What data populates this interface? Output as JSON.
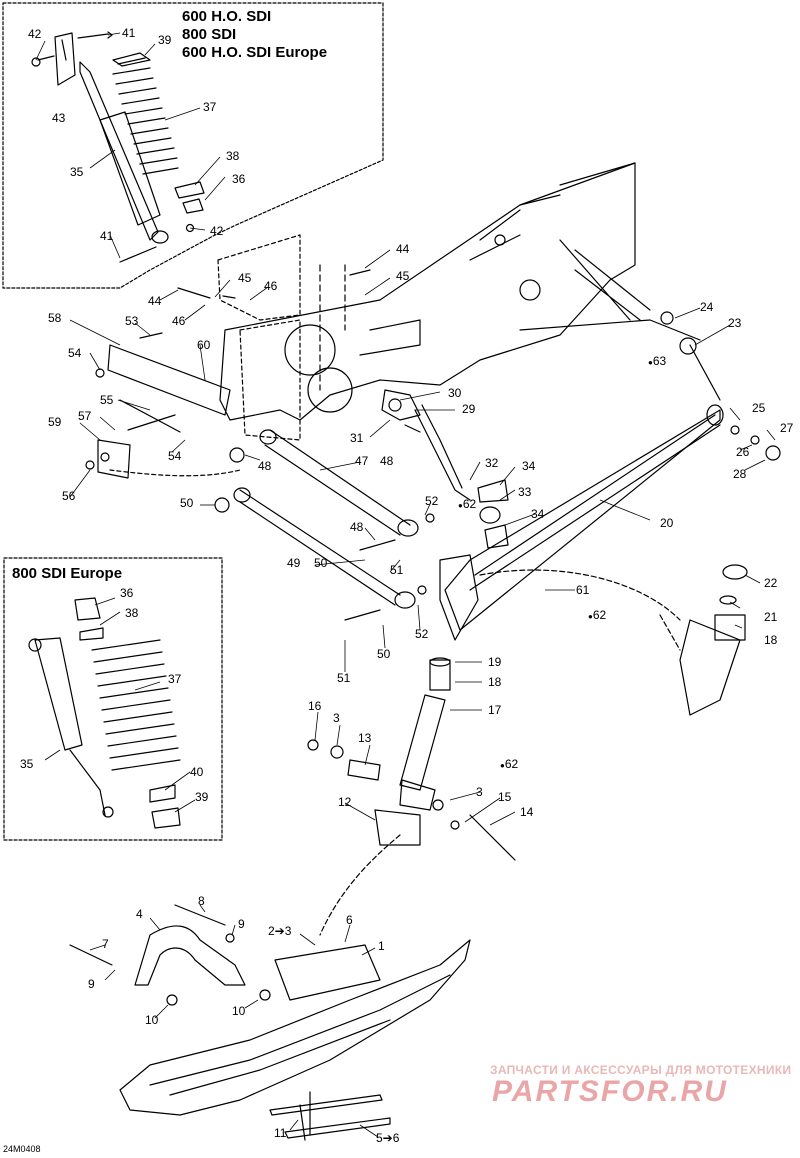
{
  "boxes": {
    "top_left": {
      "lines": [
        "600 H.O. SDI",
        "800 SDI",
        "600 H.O. SDI Europe"
      ]
    },
    "bottom_left": {
      "title": "800 SDI Europe"
    }
  },
  "diagram_code": "24M0408",
  "watermark": {
    "line1": "ЗАПЧАСТИ И АКСЕССУАРЫ ДЛЯ МОТОТЕХНИКИ",
    "line2": "PARTSFOR.RU"
  },
  "callouts": [
    {
      "id": "c42a",
      "text": "42"
    },
    {
      "id": "c41a",
      "text": "41"
    },
    {
      "id": "c39a",
      "text": "39"
    },
    {
      "id": "c43",
      "text": "43"
    },
    {
      "id": "c37a",
      "text": "37"
    },
    {
      "id": "c35a",
      "text": "35"
    },
    {
      "id": "c38a",
      "text": "38"
    },
    {
      "id": "c36a",
      "text": "36"
    },
    {
      "id": "c41b",
      "text": "41"
    },
    {
      "id": "c42b",
      "text": "42"
    },
    {
      "id": "c44a",
      "text": "44"
    },
    {
      "id": "c45a",
      "text": "45"
    },
    {
      "id": "c45b",
      "text": "45"
    },
    {
      "id": "c46a",
      "text": "46"
    },
    {
      "id": "c44b",
      "text": "44"
    },
    {
      "id": "c46b",
      "text": "46"
    },
    {
      "id": "c58",
      "text": "58"
    },
    {
      "id": "c53",
      "text": "53"
    },
    {
      "id": "c54a",
      "text": "54"
    },
    {
      "id": "c60",
      "text": "60"
    },
    {
      "id": "c30",
      "text": "30"
    },
    {
      "id": "c29",
      "text": "29"
    },
    {
      "id": "c31",
      "text": "31"
    },
    {
      "id": "c24",
      "text": "24"
    },
    {
      "id": "c23",
      "text": "23"
    },
    {
      "id": "c63",
      "text": "63"
    },
    {
      "id": "c55",
      "text": "55"
    },
    {
      "id": "c57",
      "text": "57"
    },
    {
      "id": "c59",
      "text": "59"
    },
    {
      "id": "c54b",
      "text": "54"
    },
    {
      "id": "c56",
      "text": "56"
    },
    {
      "id": "c48a",
      "text": "48"
    },
    {
      "id": "c47",
      "text": "47"
    },
    {
      "id": "c48b",
      "text": "48"
    },
    {
      "id": "c32",
      "text": "32"
    },
    {
      "id": "c34a",
      "text": "34"
    },
    {
      "id": "c33",
      "text": "33"
    },
    {
      "id": "c25",
      "text": "25"
    },
    {
      "id": "c27",
      "text": "27"
    },
    {
      "id": "c26",
      "text": "26"
    },
    {
      "id": "c28",
      "text": "28"
    },
    {
      "id": "c50a",
      "text": "50"
    },
    {
      "id": "c52a",
      "text": "52"
    },
    {
      "id": "c62a",
      "text": "62"
    },
    {
      "id": "c34b",
      "text": "34"
    },
    {
      "id": "c20",
      "text": "20"
    },
    {
      "id": "c48c",
      "text": "48"
    },
    {
      "id": "c49",
      "text": "49"
    },
    {
      "id": "c50b",
      "text": "50"
    },
    {
      "id": "c51a",
      "text": "51"
    },
    {
      "id": "c22",
      "text": "22"
    },
    {
      "id": "c61",
      "text": "61"
    },
    {
      "id": "c62b",
      "text": "62"
    },
    {
      "id": "c21",
      "text": "21"
    },
    {
      "id": "c18a",
      "text": "18"
    },
    {
      "id": "c52b",
      "text": "52"
    },
    {
      "id": "c50c",
      "text": "50"
    },
    {
      "id": "c51b",
      "text": "51"
    },
    {
      "id": "c19",
      "text": "19"
    },
    {
      "id": "c18b",
      "text": "18"
    },
    {
      "id": "c17",
      "text": "17"
    },
    {
      "id": "c36b",
      "text": "36"
    },
    {
      "id": "c38b",
      "text": "38"
    },
    {
      "id": "c37b",
      "text": "37"
    },
    {
      "id": "c35b",
      "text": "35"
    },
    {
      "id": "c40",
      "text": "40"
    },
    {
      "id": "c39b",
      "text": "39"
    },
    {
      "id": "c16",
      "text": "16"
    },
    {
      "id": "c3a",
      "text": "3"
    },
    {
      "id": "c13",
      "text": "13"
    },
    {
      "id": "c62c",
      "text": "62"
    },
    {
      "id": "c12",
      "text": "12"
    },
    {
      "id": "c3b",
      "text": "3"
    },
    {
      "id": "c15",
      "text": "15"
    },
    {
      "id": "c14",
      "text": "14"
    },
    {
      "id": "c8",
      "text": "8"
    },
    {
      "id": "c4",
      "text": "4"
    },
    {
      "id": "c9a",
      "text": "9"
    },
    {
      "id": "c23b",
      "text": "2➔3"
    },
    {
      "id": "c6",
      "text": "6"
    },
    {
      "id": "c7",
      "text": "7"
    },
    {
      "id": "c9b",
      "text": "9"
    },
    {
      "id": "c1",
      "text": "1"
    },
    {
      "id": "c10a",
      "text": "10"
    },
    {
      "id": "c10b",
      "text": "10"
    },
    {
      "id": "c11",
      "text": "11"
    },
    {
      "id": "c56b",
      "text": "5➔6"
    }
  ]
}
